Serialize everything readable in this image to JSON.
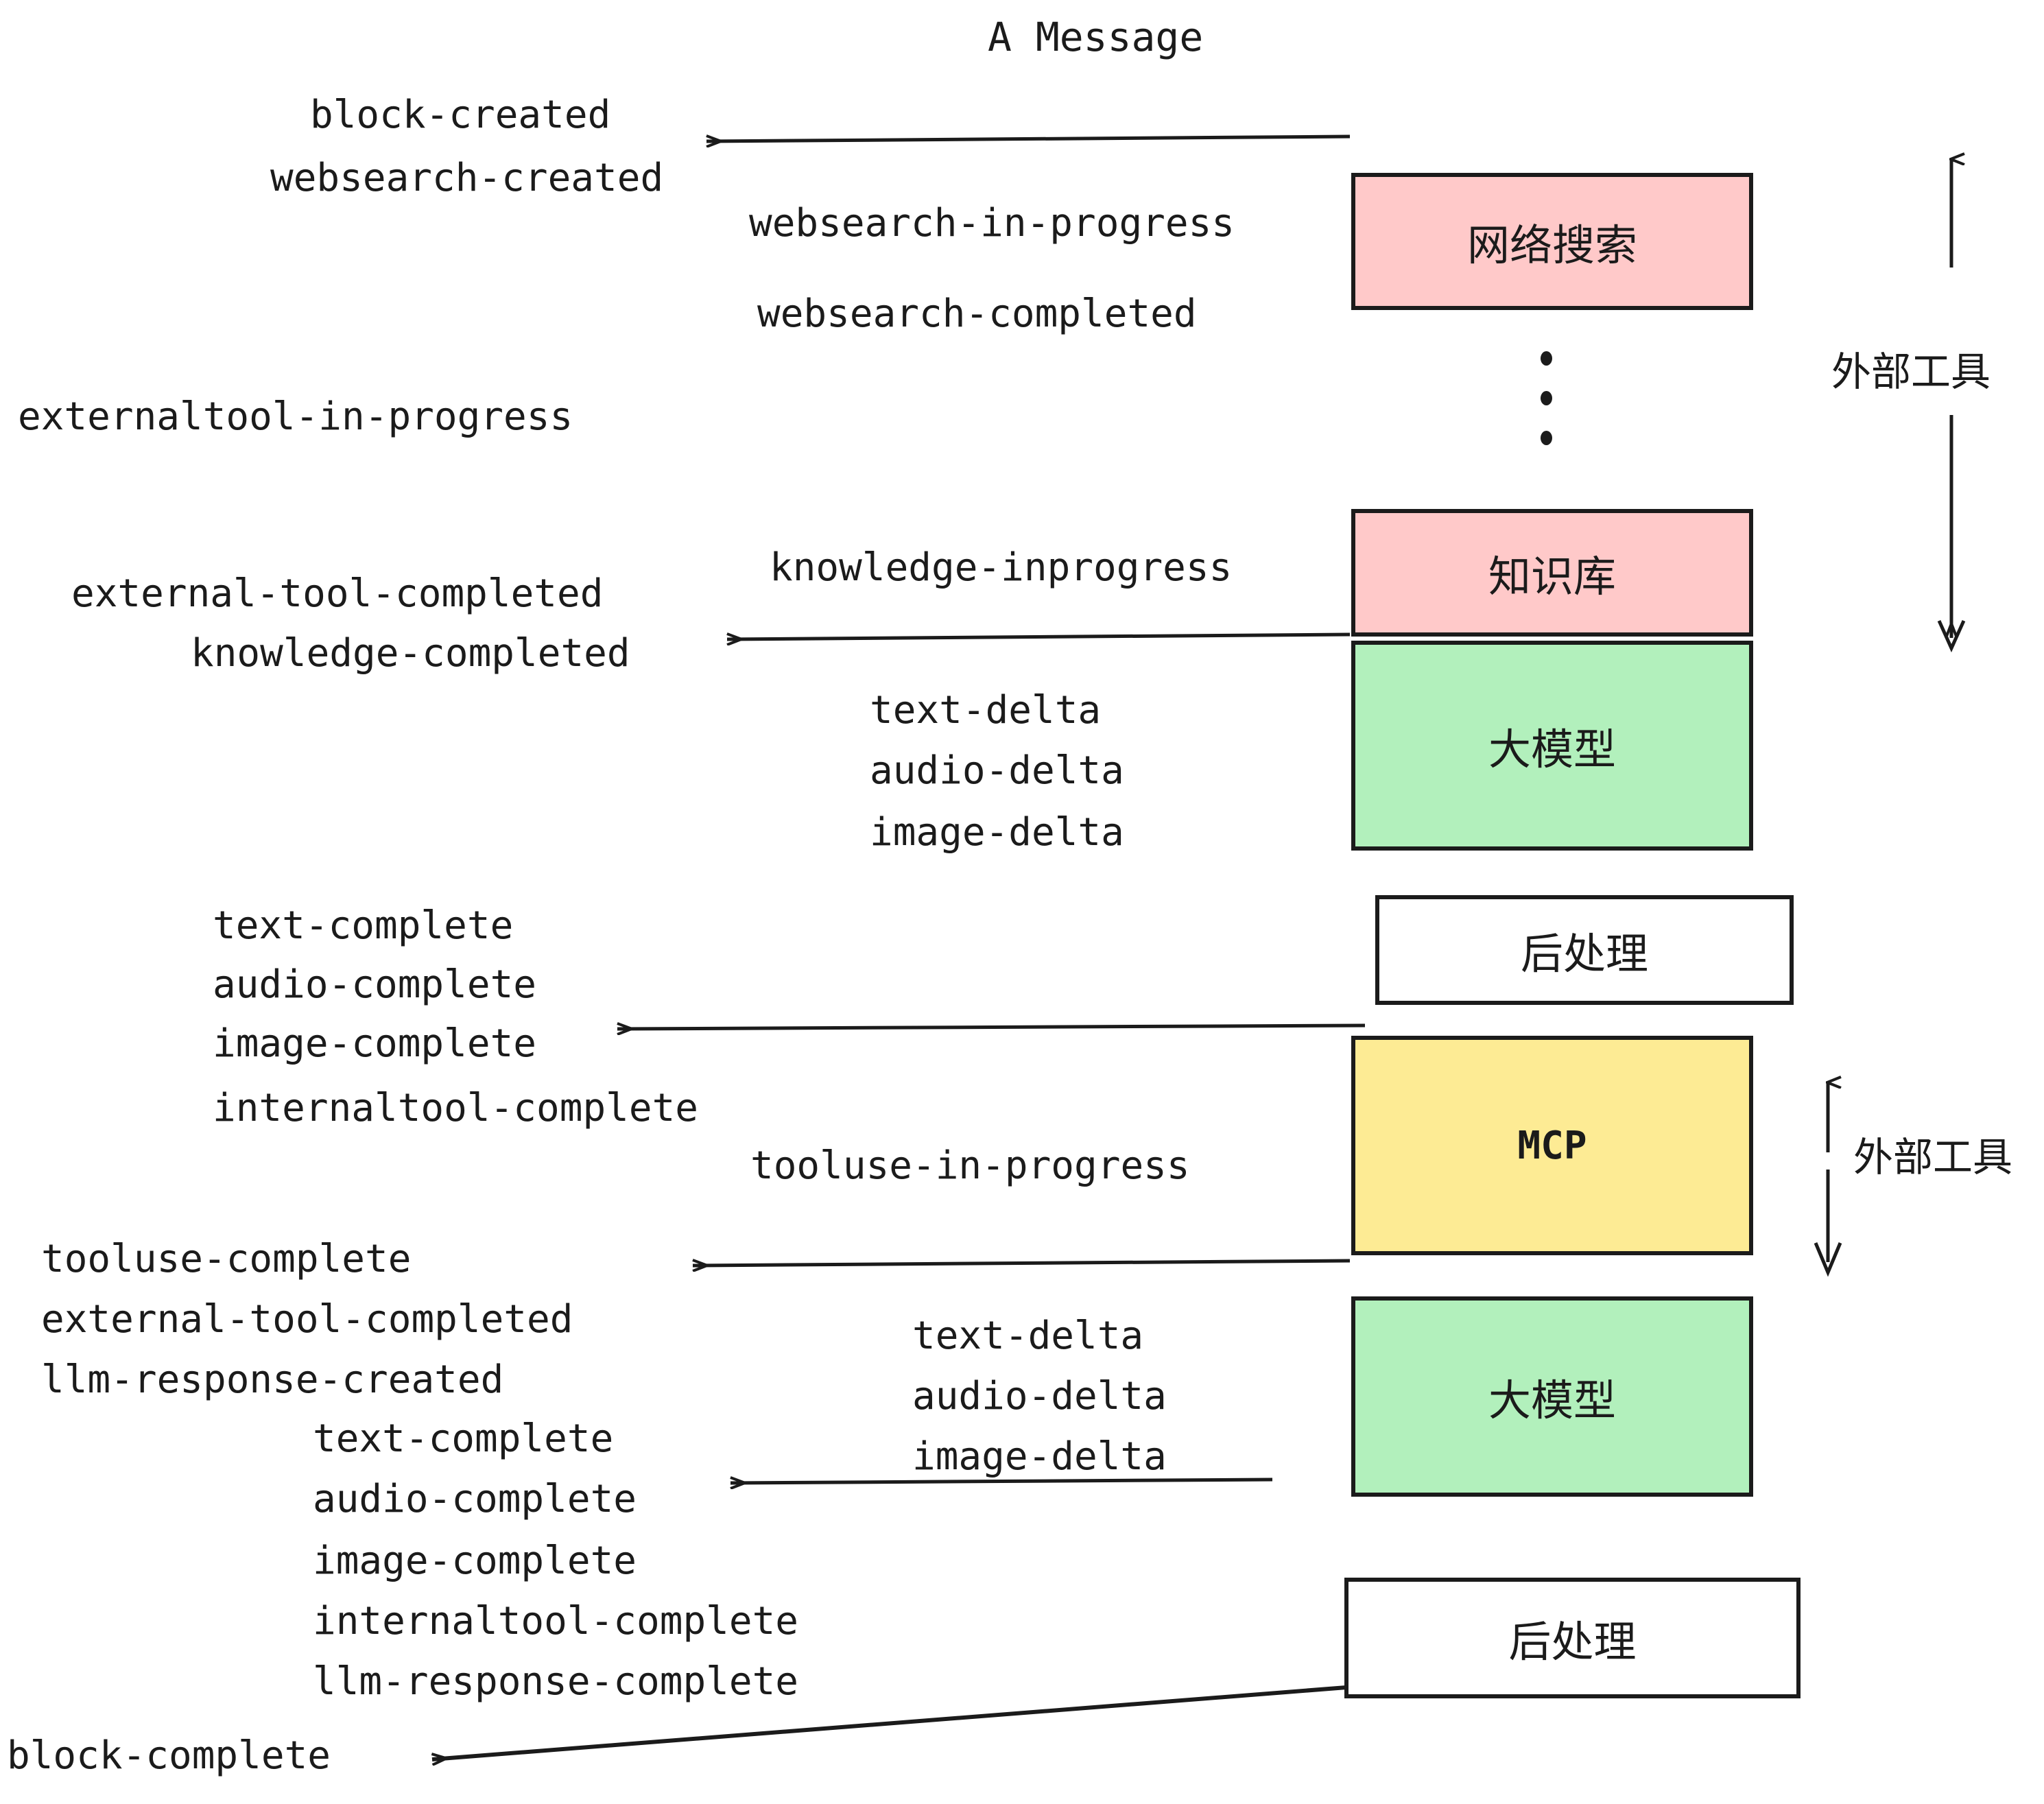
{
  "diagram": {
    "title": "A Message",
    "colors": {
      "pink": "#FFC9C9",
      "green": "#B2F0BC",
      "yellow": "#FDEB94",
      "white": "#FFFFFF",
      "stroke": "#1b1b1b",
      "background": "#FFFFFF"
    },
    "nodes": [
      {
        "id": "websearch",
        "label": "网络搜索",
        "fill": "pink"
      },
      {
        "id": "knowledge",
        "label": "知识库",
        "fill": "pink"
      },
      {
        "id": "llm-1",
        "label": "大模型",
        "fill": "green"
      },
      {
        "id": "postprocess-1",
        "label": "后处理",
        "fill": "white"
      },
      {
        "id": "mcp",
        "label": "MCP",
        "fill": "yellow"
      },
      {
        "id": "llm-2",
        "label": "大模型",
        "fill": "green"
      },
      {
        "id": "postprocess-2",
        "label": "后处理",
        "fill": "white"
      }
    ],
    "group_labels": [
      {
        "id": "external-tools-top",
        "label": "外部工具"
      },
      {
        "id": "external-tools-bottom",
        "label": "外部工具"
      }
    ],
    "events": {
      "block_created": "block-created",
      "websearch_created": "websearch-created",
      "websearch_in_progress": "websearch-in-progress",
      "websearch_completed": "websearch-completed",
      "externaltool_in_progress": "externaltool-in-progress",
      "knowledge_inprogress": "knowledge-inprogress",
      "external_tool_completed_1": "external-tool-completed",
      "knowledge_completed": "knowledge-completed",
      "text_delta_1": "text-delta",
      "audio_delta_1": "audio-delta",
      "image_delta_1": "image-delta",
      "text_complete_1": "text-complete",
      "audio_complete_1": "audio-complete",
      "image_complete_1": "image-complete",
      "internaltool_complete_1": "internaltool-complete",
      "tooluse_in_progress": "tooluse-in-progress",
      "tooluse_complete": "tooluse-complete",
      "external_tool_completed_2": "external-tool-completed",
      "llm_response_created": "llm-response-created",
      "text_delta_2": "text-delta",
      "audio_delta_2": "audio-delta",
      "image_delta_2": "image-delta",
      "text_complete_2": "text-complete",
      "audio_complete_2": "audio-complete",
      "image_complete_2": "image-complete",
      "internaltool_complete_2": "internaltool-complete",
      "llm_response_complete": "llm-response-complete",
      "block_complete": "block-complete"
    }
  }
}
